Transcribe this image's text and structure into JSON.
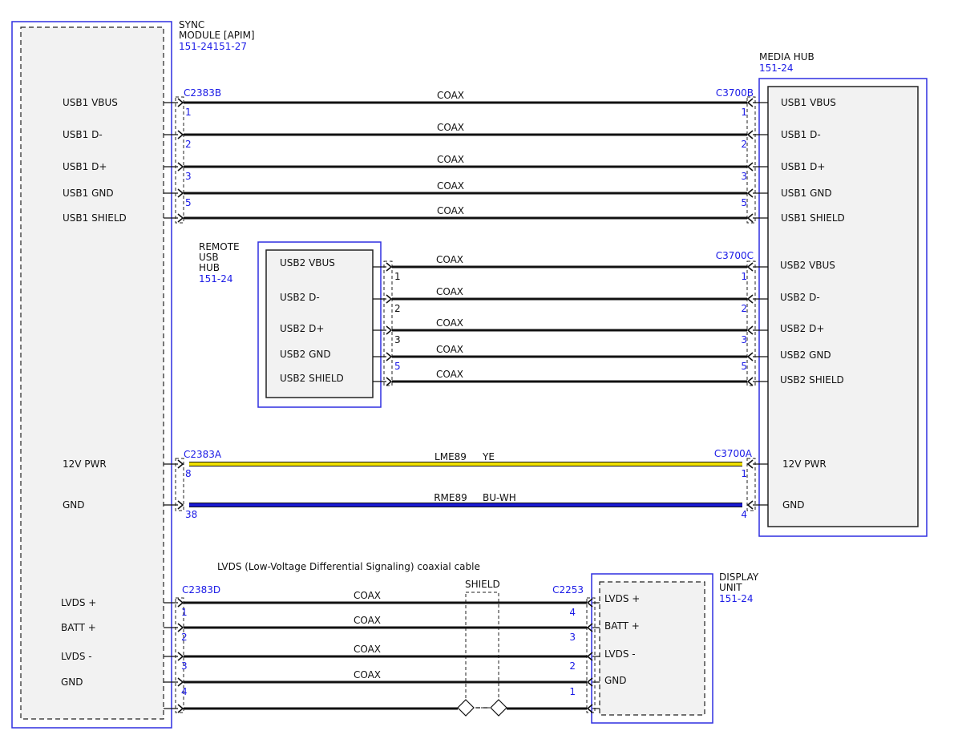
{
  "modules": {
    "sync": {
      "name_lines": [
        "SYNC",
        "MODULE [APIM]"
      ],
      "ref": "151-24151-27"
    },
    "media_hub": {
      "name_lines": [
        "MEDIA HUB"
      ],
      "ref": "151-24"
    },
    "remote_hub": {
      "name_lines": [
        "REMOTE",
        "USB",
        "HUB"
      ],
      "ref": "151-24"
    },
    "display": {
      "name_lines": [
        "DISPLAY",
        "UNIT"
      ],
      "ref": "151-24"
    }
  },
  "connectors": {
    "c2383b": "C2383B",
    "c3700b": "C3700B",
    "c3700c": "C3700C",
    "c2383a": "C2383A",
    "c3700a": "C3700A",
    "c2383d": "C2383D",
    "c2253": "C2253"
  },
  "annotations": {
    "lvds_note": "LVDS (Low-Voltage Differential Signaling) coaxial cable",
    "shield": "SHIELD"
  },
  "usb1_circuits": [
    {
      "left": "USB1 VBUS",
      "right": "USB1 VBUS",
      "wire": "COAX",
      "pin_left": "1",
      "pin_right": "1"
    },
    {
      "left": "USB1 D-",
      "right": "USB1 D-",
      "wire": "COAX",
      "pin_left": "2",
      "pin_right": "2"
    },
    {
      "left": "USB1 D+",
      "right": "USB1 D+",
      "wire": "COAX",
      "pin_left": "3",
      "pin_right": "3"
    },
    {
      "left": "USB1 GND",
      "right": "USB1 GND",
      "wire": "COAX",
      "pin_left": "5",
      "pin_right": "5"
    },
    {
      "left": "USB1 SHIELD",
      "right": "USB1 SHIELD",
      "wire": "COAX",
      "pin_left": "",
      "pin_right": ""
    }
  ],
  "usb2_circuits": [
    {
      "left": "USB2 VBUS",
      "right": "USB2 VBUS",
      "wire": "COAX",
      "pin_left": "1",
      "pin_right": "1"
    },
    {
      "left": "USB2 D-",
      "right": "USB2 D-",
      "wire": "COAX",
      "pin_left": "2",
      "pin_right": "2"
    },
    {
      "left": "USB2 D+",
      "right": "USB2 D+",
      "wire": "COAX",
      "pin_left": "3",
      "pin_right": "3"
    },
    {
      "left": "USB2 GND",
      "right": "USB2 GND",
      "wire": "COAX",
      "pin_left": "5",
      "pin_right": "5"
    },
    {
      "left": "USB2 SHIELD",
      "right": "USB2 SHIELD",
      "wire": "COAX",
      "pin_left": "",
      "pin_right": ""
    }
  ],
  "power_circuits": [
    {
      "left": "12V PWR",
      "right": "12V PWR",
      "circuit": "LME89",
      "color_code": "YE",
      "color": "#f0e000",
      "pin_left": "8",
      "pin_right": "1"
    },
    {
      "left": "GND",
      "right": "GND",
      "circuit": "RME89",
      "color_code": "BU-WH",
      "color": "#1a1ad0",
      "pin_left": "38",
      "pin_right": "4"
    }
  ],
  "lvds_circuits": [
    {
      "left": "LVDS +",
      "right": "LVDS +",
      "wire": "COAX",
      "pin_left": "1",
      "pin_right": "4"
    },
    {
      "left": "BATT +",
      "right": "BATT +",
      "wire": "COAX",
      "pin_left": "2",
      "pin_right": "3"
    },
    {
      "left": "LVDS -",
      "right": "LVDS -",
      "wire": "COAX",
      "pin_left": "3",
      "pin_right": "2"
    },
    {
      "left": "GND",
      "right": "GND",
      "wire": "COAX",
      "pin_left": "4",
      "pin_right": "1"
    }
  ]
}
